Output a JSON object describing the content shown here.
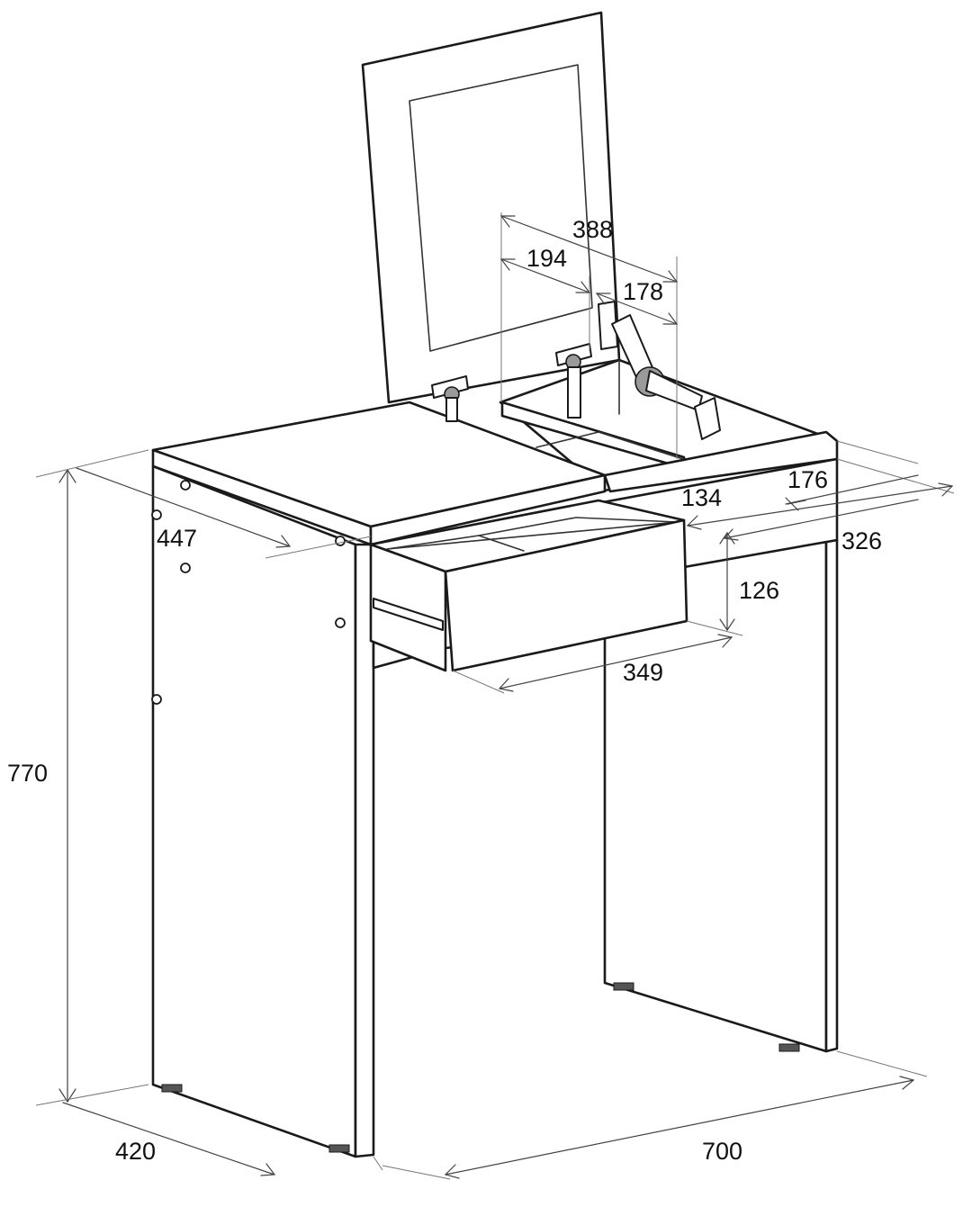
{
  "dimensions": {
    "total_height": "770",
    "total_depth": "420",
    "total_width": "700",
    "top_depth": "447",
    "mirror_hinge_span": "388",
    "hinge_offset": "194",
    "lid_stay_span": "178",
    "compartment_depth": "176",
    "drawer_side": "134",
    "inner_width": "326",
    "drawer_height": "126",
    "drawer_width": "349"
  }
}
